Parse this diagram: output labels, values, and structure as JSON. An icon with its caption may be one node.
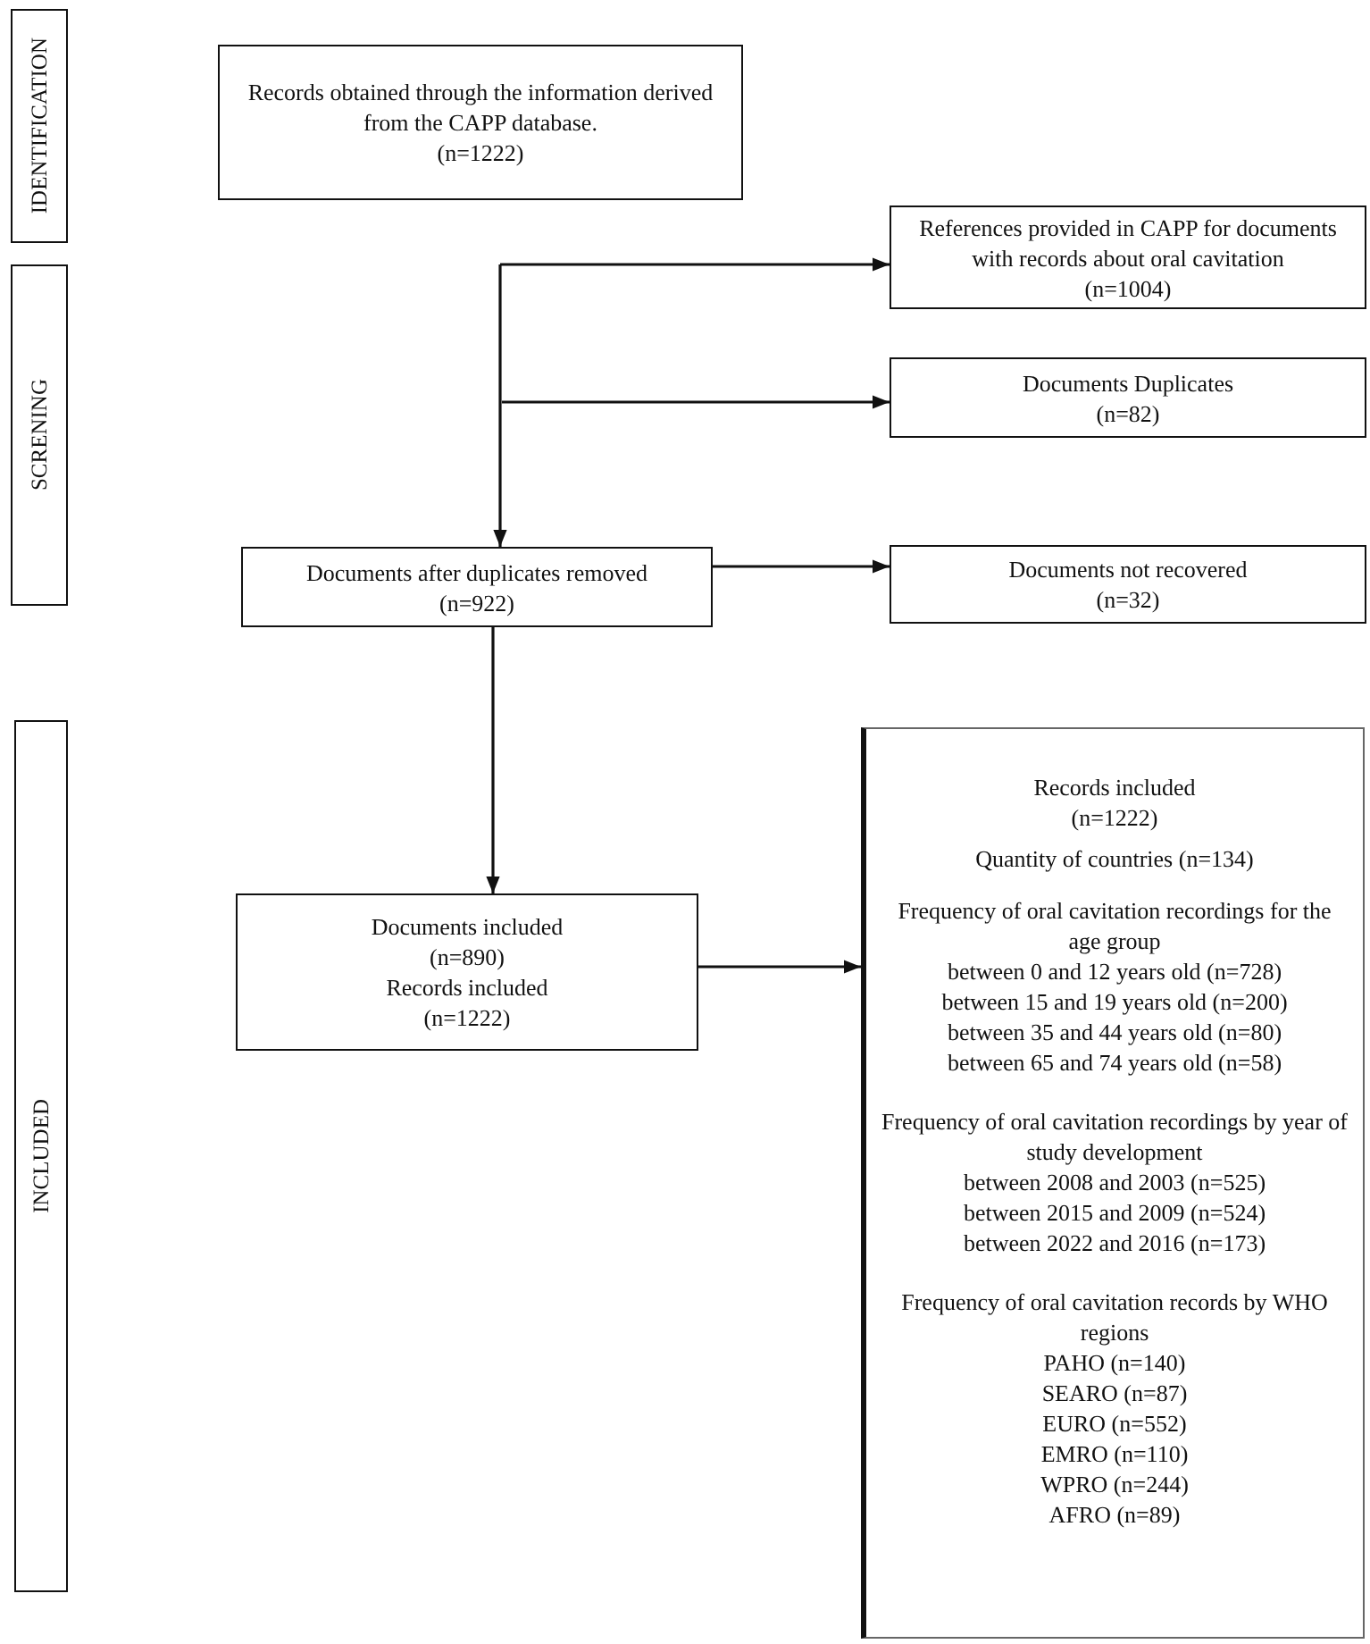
{
  "diagram": {
    "nodes": [
      {
        "text": [
          "IDENTIFICATION"
        ]
      },
      {
        "text": [
          "SCRENING"
        ]
      },
      {
        "text": [
          "INCLUDED"
        ]
      },
      {
        "text": [
          "Records obtained through the information derived from the CAPP database.",
          "(n=1222)"
        ]
      },
      {
        "text": [
          "References provided in CAPP for documents with records about oral cavitation",
          "(n=1004)"
        ]
      },
      {
        "text": [
          "Documents Duplicates",
          "(n=82)"
        ]
      },
      {
        "text": [
          "Documents after duplicates removed",
          "(n=922)"
        ]
      },
      {
        "text": [
          "Documents not recovered",
          "(n=32)"
        ]
      },
      {
        "text": [
          "Documents included",
          "(n=890)",
          "Records included",
          "(n=1222)"
        ]
      },
      {
        "text": [
          "Records included",
          "(n=1222)",
          "Quantity of countries (n=134)",
          "Frequency of oral cavitation recordings for the age group",
          "between 0 and 12 years old (n=728)",
          "between 15 and 19 years old (n=200)",
          "between 35 and 44 years old (n=80)",
          "between 65 and 74 years old (n=58)",
          "Frequency of oral cavitation recordings by year of study development",
          "between 2008 and 2003 (n=525)",
          "between 2015 and 2009 (n=524)",
          "between 2022  and 2016 (n=173)",
          "Frequency of oral cavitation records by WHO regions",
          "PAHO  (n=140)",
          "SEARO   (n=87)",
          "EURO   (n=552)",
          "EMRO  (n=110)",
          "WPRO  (n=244)",
          "AFRO (n=89)"
        ]
      }
    ],
    "edges": [
      {
        "from": null,
        "to": 4,
        "arrow": "to"
      },
      {
        "from": null,
        "to": 5,
        "arrow": "to"
      },
      {
        "from": null,
        "to": 6,
        "arrow": "to"
      },
      {
        "from": 6,
        "to": 7,
        "arrow": "to"
      },
      {
        "from": 6,
        "to": 8,
        "arrow": "to"
      },
      {
        "from": 8,
        "to": 9,
        "arrow": "to"
      }
    ]
  }
}
